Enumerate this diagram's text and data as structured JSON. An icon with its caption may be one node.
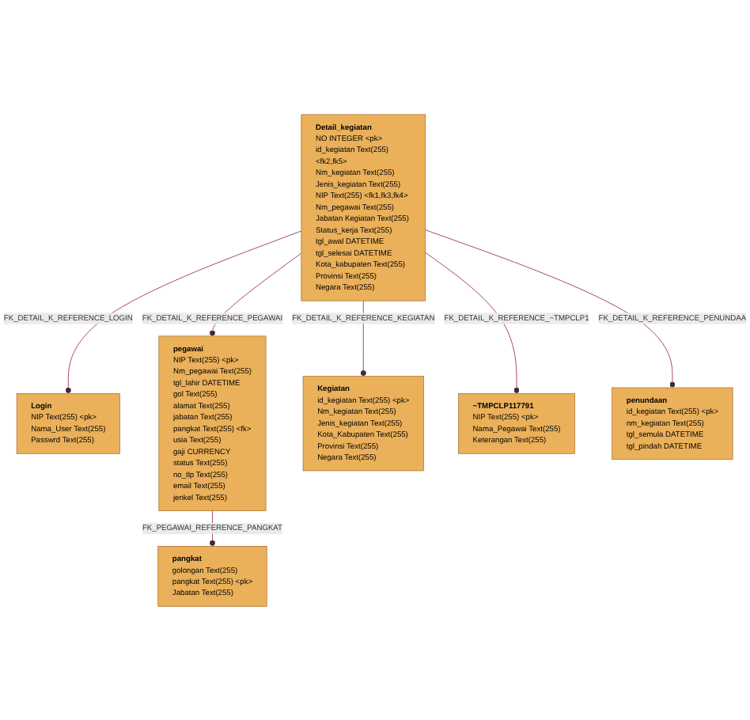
{
  "diagram": {
    "nodes": [
      {
        "text": [
          "Login",
          "NIP Text(255) <pk>",
          "Nama_User Text(255)",
          "Passwrd Text(255)"
        ]
      },
      {
        "text": [
          "Detail_kegiatan",
          "NO INTEGER <pk>",
          "id_kegiatan Text(255) <fk2,fk5>",
          "Nm_kegiatan Text(255)",
          "Jenis_kegiatan Text(255)",
          "NIP Text(255) <fk1,fk3,fk4>",
          "Nm_pegawai Text(255)",
          "Jabatan Kegiatan Text(255)",
          "Status_kerja Text(255)",
          "tgl_awal DATETIME",
          "tgl_selesai DATETIME",
          "Kota_kabupaten Text(255)",
          "Provinsi Text(255)",
          "Negara Text(255)"
        ]
      },
      {
        "text": [
          "pegawai",
          "NIP Text(255) <pk>",
          "Nm_pegawai Text(255)",
          "tgl_lahir DATETIME",
          "gol Text(255)",
          "alamat Text(255)",
          "jabatan Text(255)",
          "pangkat Text(255) <fk>",
          "usia Text(255)",
          "gaji CURRENCY",
          "status Text(255)",
          "no_tlp Text(255)",
          "email Text(255)",
          "jenkel Text(255)"
        ]
      },
      {
        "text": [
          "Kegiatan",
          "id_kegiatan Text(255) <pk>",
          "Nm_kegiatan Text(255)",
          "Jenis_kegiatan Text(255)",
          "Kota_Kabupaten Text(255)",
          "Provinsi Text(255)",
          "Negara Text(255)"
        ]
      },
      {
        "text": [
          "~TMPCLP117791",
          "NIP Text(255) <pk>",
          "Nama_Pegawai Text(255)",
          "Keterangan Text(255)"
        ]
      },
      {
        "text": [
          "penundaan",
          "id_kegiatan Text(255) <pk>",
          "nm_kegiatan Text(255)",
          "tgl_semula DATETIME",
          "tgl_pindah DATETIME"
        ]
      },
      {
        "text": [
          "pangkat",
          "golongan Text(255)",
          "pangkat Text(255) <pk>",
          "Jabatan Text(255)"
        ]
      }
    ],
    "edges": [
      {
        "from": 1,
        "to": 0,
        "arrow": "other",
        "label": "FK_DETAIL_K_REFERENCE_LOGIN"
      },
      {
        "from": 1,
        "to": 3,
        "arrow": "other",
        "label": "FK_DETAIL_K_REFERENCE_KEGIATAN"
      },
      {
        "from": 1,
        "to": 2,
        "arrow": "other",
        "label": "FK_DETAIL_K_REFERENCE_PEGAWAI"
      },
      {
        "from": 1,
        "to": 5,
        "arrow": "other",
        "label": "FK_DETAIL_K_REFERENCE_PENUNDAA"
      },
      {
        "from": 1,
        "to": 4,
        "arrow": "other",
        "label": "FK_DETAIL_K_REFERENCE_~TMPCLP1"
      },
      {
        "from": 2,
        "to": 6,
        "arrow": "other",
        "label": "FK_PEGAWAI_REFERENCE_PANGKAT"
      }
    ]
  }
}
